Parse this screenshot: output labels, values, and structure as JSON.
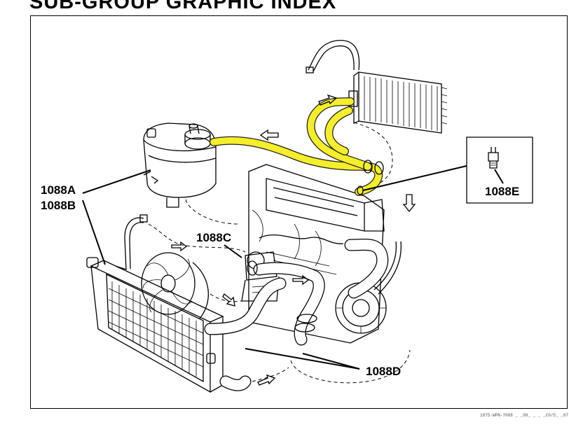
{
  "header": {
    "title": "SUB-GROUP GRAPHIC INDEX"
  },
  "callouts": {
    "a": "1088A",
    "b": "1088B",
    "c": "1088C",
    "d": "1088D",
    "e": "1088E"
  },
  "footer": {
    "code": "1875-WPN-7068 _ _09_ _ _ _C0/5_ _07"
  },
  "colors": {
    "highlight": "#f4ee2b",
    "line": "#000000",
    "background": "#ffffff"
  }
}
